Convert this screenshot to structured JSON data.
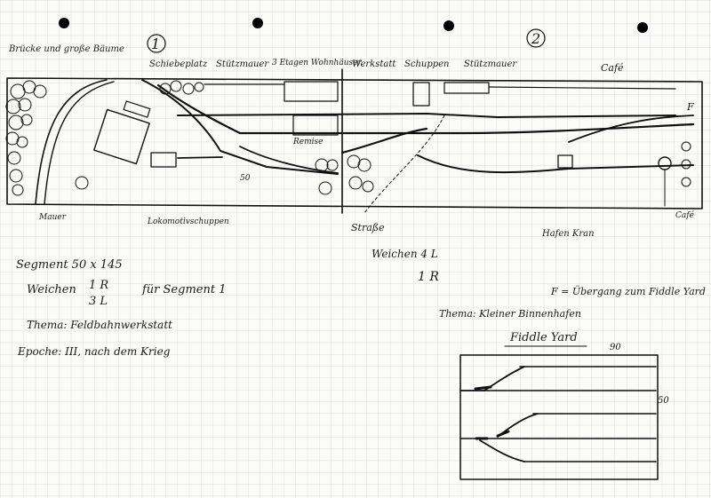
{
  "sheet": {
    "segment_marker_1": "1",
    "segment_marker_2": "2"
  },
  "labels": {
    "bruecke": "Brücke und große Bäume",
    "schiebeplatz": "Schiebeplatz",
    "stuetzmauer_left": "Stützmauer",
    "etagen": "3 Etagen Wohnhäuser",
    "werkstatt": "Werkstatt",
    "schuppen": "Schuppen",
    "stuetzmauer_right": "Stützmauer",
    "cafe_top": "Café",
    "f_marker": "F",
    "remise": "Remise",
    "dim_50": "50",
    "mauer": "Mauer",
    "lokschuppen": "Lokomotivschuppen",
    "strasse": "Straße",
    "weichen_main": "Weichen 4 L",
    "weichen_sub": "1 R",
    "hafen_kran": "Hafen Kran",
    "cafe_bottom": "Café"
  },
  "notes": {
    "segment": "Segment 50 x 145",
    "weichen_label": "Weichen",
    "weichen_r": "1 R",
    "weichen_l": "3 L",
    "weichen_fuer": "für Segment 1",
    "thema_1": "Thema: Feldbahnwerkstatt",
    "epoche": "Epoche: III, nach dem Krieg",
    "f_note": "F = Übergang zum Fiddle Yard",
    "thema_2": "Thema: Kleiner Binnenhafen"
  },
  "fiddle_yard": {
    "title": "Fiddle Yard",
    "width_label": "90",
    "height_label": "50"
  }
}
